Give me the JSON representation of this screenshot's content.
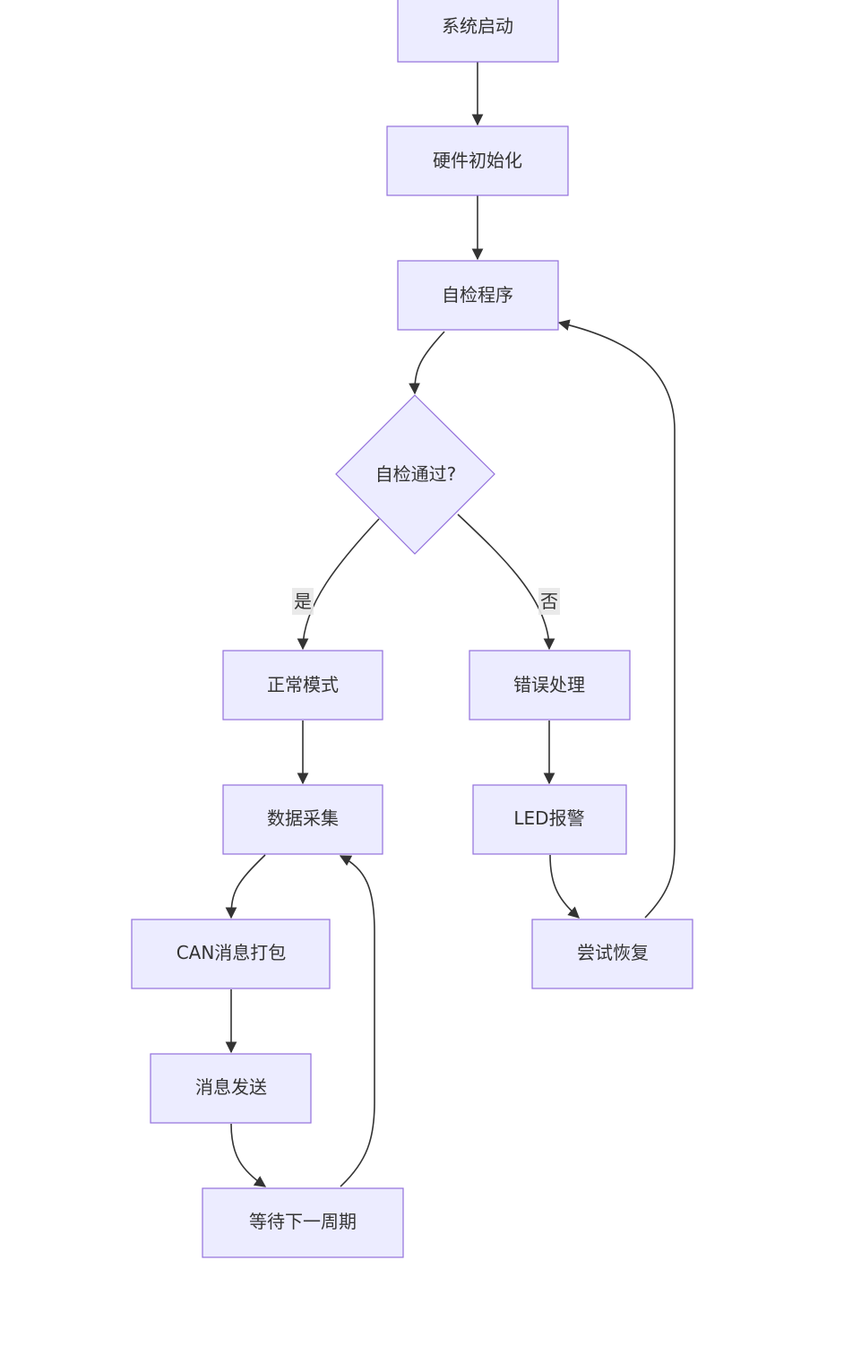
{
  "nodes": {
    "start": "系统启动",
    "hw_init": "硬件初始化",
    "self_check": "自检程序",
    "decision": "自检通过?",
    "normal": "正常模式",
    "error": "错误处理",
    "collect": "数据采集",
    "led": "LED报警",
    "can_pack": "CAN消息打包",
    "recover": "尝试恢复",
    "send": "消息发送",
    "wait": "等待下一周期"
  },
  "edge_labels": {
    "yes": "是",
    "no": "否"
  },
  "colors": {
    "node_fill": "#ececff",
    "node_stroke": "#9370db",
    "edge": "#333333",
    "text": "#333333"
  }
}
